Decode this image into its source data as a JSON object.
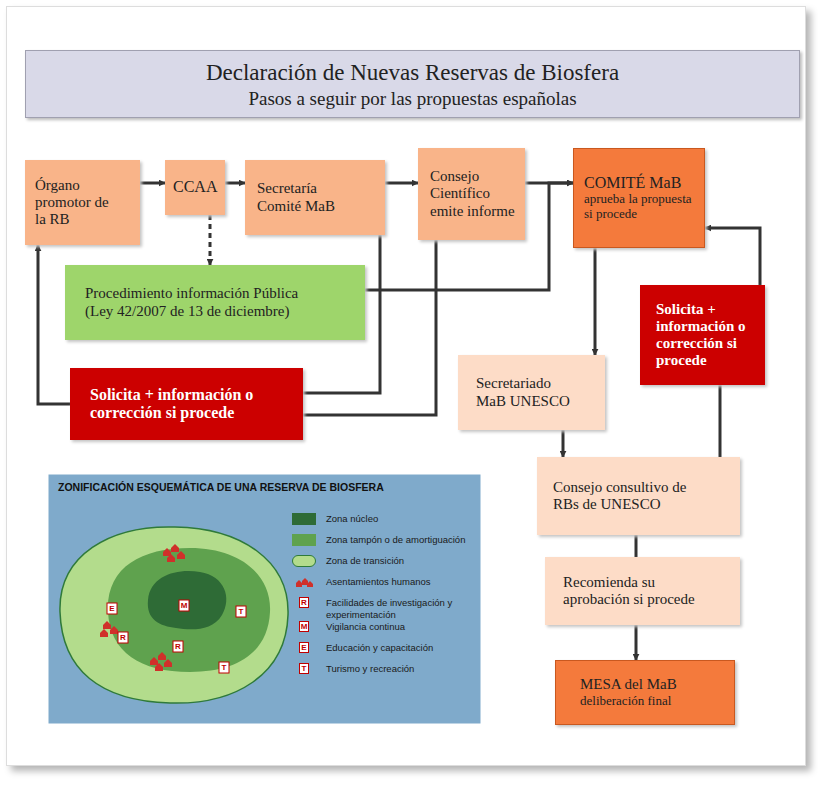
{
  "diagram": {
    "title": "Declaración de Nuevas Reservas de Biosfera",
    "nodes": [
      {
        "text": [
          "Órgano promotor de la RB"
        ]
      },
      {
        "text": [
          "CCAA"
        ]
      },
      {
        "text": [
          "Secretaría Comité MaB"
        ]
      },
      {
        "text": [
          "Consejo Científico emite informe"
        ]
      },
      {
        "text": [
          "COMITÉ MaB",
          "aprueba la propuesta si procede"
        ]
      },
      {
        "text": [
          "Procedimiento información Pública (Ley 42/2007 de 13 de diciembre)"
        ]
      },
      {
        "text": [
          "Solicita + información o corrección si procede"
        ]
      },
      {
        "text": [
          "Solicita + información o corrección si procede"
        ]
      },
      {
        "text": [
          "Secretariado MaB UNESCO"
        ]
      },
      {
        "text": [
          "Consejo consultivo de RBs de UNESCO"
        ]
      },
      {
        "text": [
          "Recomienda su aprobación si procede"
        ]
      },
      {
        "text": [
          "MESA del MaB",
          "deliberación final"
        ]
      }
    ],
    "edges": [
      {
        "from": 0,
        "to": 1,
        "arrow": "to"
      },
      {
        "from": 1,
        "to": 2,
        "arrow": "to"
      },
      {
        "from": 2,
        "to": 3,
        "arrow": "to"
      },
      {
        "from": 3,
        "to": 4,
        "arrow": "to"
      },
      {
        "from": 1,
        "to": 5,
        "arrow": "to"
      },
      {
        "from": 5,
        "to": 4,
        "arrow": "to"
      },
      {
        "from": 2,
        "to": 6,
        "arrow": "none"
      },
      {
        "from": 3,
        "to": 6,
        "arrow": "none"
      },
      {
        "from": 6,
        "to": 0,
        "arrow": "to"
      },
      {
        "from": 4,
        "to": 8,
        "arrow": "to"
      },
      {
        "from": 8,
        "to": 9,
        "arrow": "to"
      },
      {
        "from": 9,
        "to": 10,
        "arrow": "none"
      },
      {
        "from": 10,
        "to": 11,
        "arrow": "to"
      },
      {
        "from": 9,
        "to": 7,
        "arrow": "none"
      },
      {
        "from": 7,
        "to": 4,
        "arrow": "to"
      }
    ],
    "labels": [
      "Pasos a seguir por las propuestas españolas",
      "ZONIFICACIÓN ESQUEMÁTICA DE UNA RESERVA DE BIOSFERA",
      "E",
      "M",
      "T",
      "R",
      "R",
      "T",
      "R",
      "M",
      "E",
      "T"
    ],
    "legend": [
      {
        "text": "Zona núcleo",
        "color": "#2e6b36"
      },
      {
        "text": "Zona tampón o de amortiguación",
        "color": "#5fa24e"
      },
      {
        "text": "Zona de transición",
        "color": "#b3dc8c"
      },
      {
        "text": "Asentamientos humanos"
      },
      {
        "text": "Facilidades de investigación y experimentación"
      },
      {
        "text": "Vigilancia continua"
      },
      {
        "text": "Educación y capacitación"
      },
      {
        "text": "Turismo y recreación"
      }
    ]
  }
}
